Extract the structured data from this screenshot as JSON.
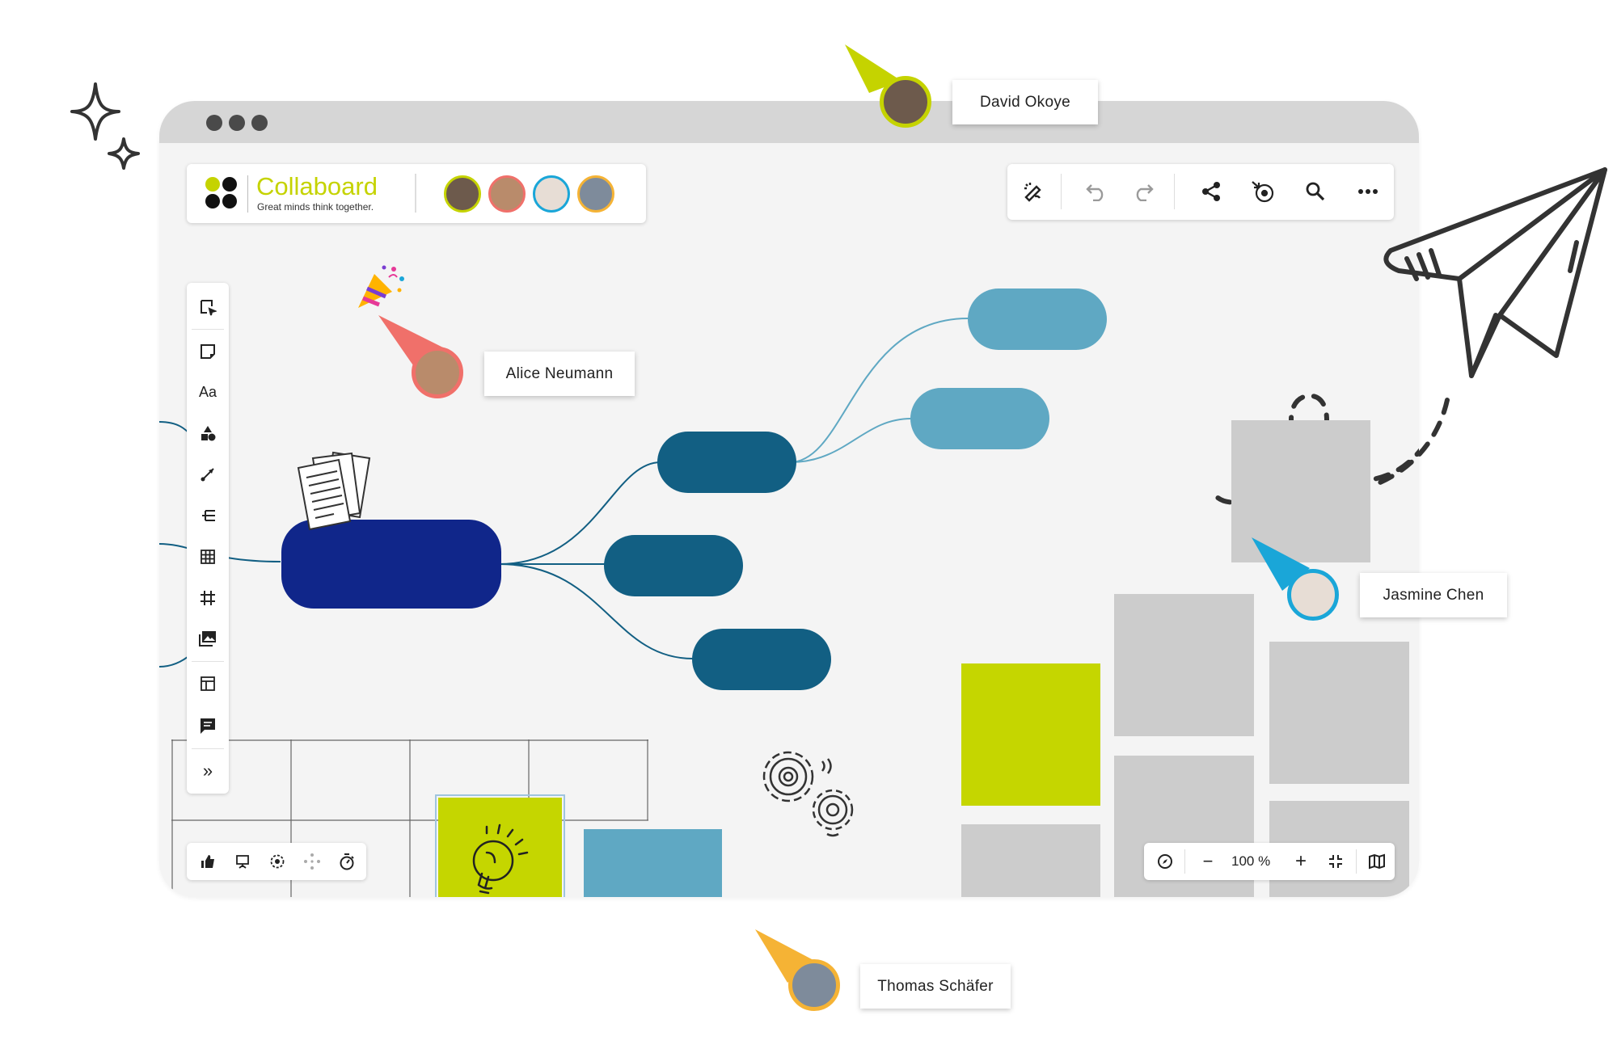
{
  "app": {
    "name": "Collaboard",
    "tagline": "Great minds think together.",
    "brand_color": "#c5d300",
    "collaborator_avatars": [
      "avatar-david",
      "avatar-alice",
      "avatar-jasmine",
      "avatar-thomas"
    ]
  },
  "top_toolbar": {
    "buttons": [
      "magic-pen-icon",
      "undo-icon",
      "redo-icon",
      "share-icon",
      "history-icon",
      "search-icon",
      "more-icon"
    ]
  },
  "left_toolbar": {
    "buttons": [
      "select-area-icon",
      "sticky-note-icon",
      "text-icon",
      "shapes-icon",
      "connector-icon",
      "mindmap-icon",
      "table-icon",
      "frame-icon",
      "media-icon",
      "templates-icon",
      "comments-icon",
      "expand-icon"
    ],
    "text_tool_label": "Aa",
    "expand_label": "»"
  },
  "bottom_toolbar": {
    "buttons": [
      "thumbs-up-icon",
      "presentation-icon",
      "focus-icon",
      "drag-icon",
      "timer-icon"
    ]
  },
  "zoom_bar": {
    "zoom_out": "−",
    "zoom_level": "100 %",
    "zoom_in": "+"
  },
  "cursors": [
    {
      "name": "David Okoye",
      "color": "#c5d300"
    },
    {
      "name": "Alice Neumann",
      "color": "#f0706a"
    },
    {
      "name": "Jasmine Chen",
      "color": "#1aa6d8"
    },
    {
      "name": "Thomas Schäfer",
      "color": "#f5b335"
    }
  ],
  "colors": {
    "mindmap_root": "#10268a",
    "mindmap_level1": "#125f83",
    "mindmap_level2": "#5fa8c3",
    "sticky_lime": "#c5d600",
    "sticky_blue": "#5fa8c3",
    "sticky_gray": "#cccccc"
  }
}
